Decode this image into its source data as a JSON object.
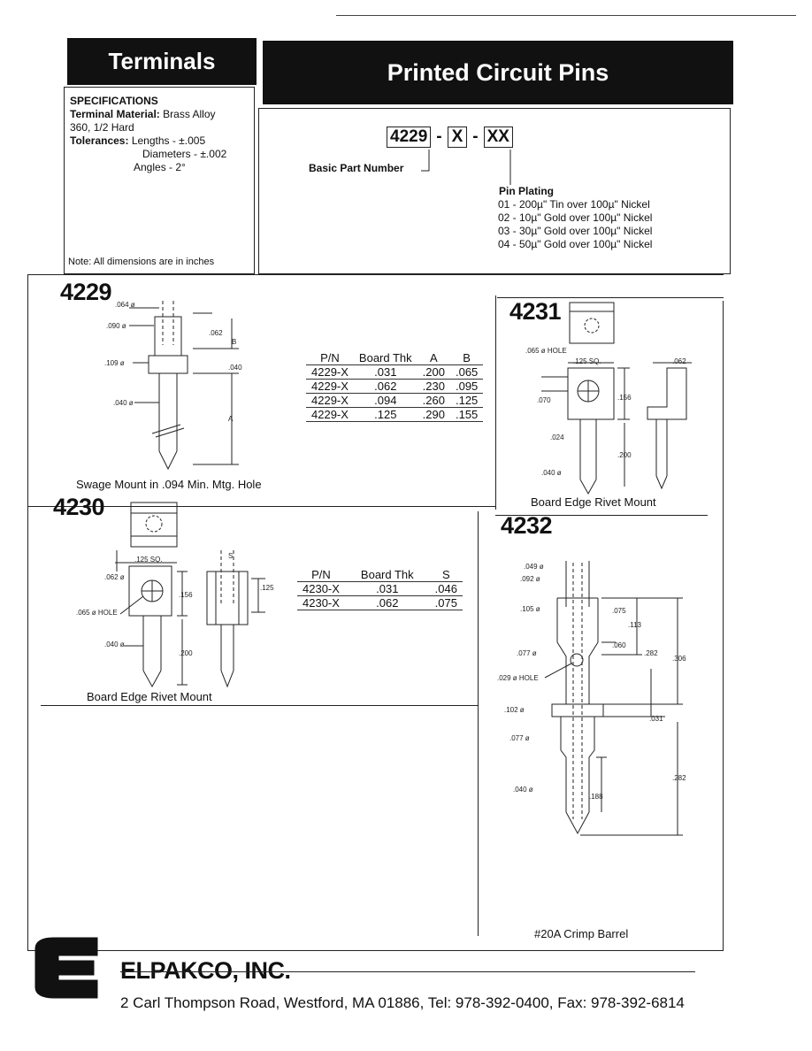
{
  "header": {
    "left_title": "Terminals",
    "right_title": "Printed Circuit Pins"
  },
  "specs": {
    "title": "SPECIFICATIONS",
    "material_label": "Terminal Material:",
    "material_value": "Brass Alloy",
    "material_value2": "360, 1/2 Hard",
    "tolerances_label": "Tolerances:",
    "tol_lengths": "Lengths - ±.005",
    "tol_diameters": "Diameters - ±.002",
    "tol_angles": "Angles - 2°",
    "note": "Note: All dimensions are in inches"
  },
  "part_number": {
    "base": "4229",
    "dash1": "-",
    "x": "X",
    "dash2": "-",
    "xx": "XX",
    "basic_label": "Basic Part Number",
    "plating_title": "Pin Plating",
    "plating_options": [
      "01 - 200µ\" Tin over 100µ\" Nickel",
      "02 - 10µ\" Gold over 100µ\" Nickel",
      "03 - 30µ\" Gold over 100µ\" Nickel",
      "04 - 50µ\" Gold over 100µ\" Nickel"
    ]
  },
  "p4229": {
    "number": "4229",
    "caption": "Swage Mount in .094 Min. Mtg. Hole",
    "dims": {
      "d064": ".064 ø",
      "d090": ".090 ø",
      "d109": ".109 ø",
      "d040": ".040 ø",
      "l062": ".062",
      "lB": "B",
      "l040": ".040",
      "lA": "A"
    },
    "table": {
      "headers": [
        "P/N",
        "Board Thk",
        "A",
        "B"
      ],
      "rows": [
        [
          "4229-X",
          ".031",
          ".200",
          ".065"
        ],
        [
          "4229-X",
          ".062",
          ".230",
          ".095"
        ],
        [
          "4229-X",
          ".094",
          ".260",
          ".125"
        ],
        [
          "4229-X",
          ".125",
          ".290",
          ".155"
        ]
      ]
    }
  },
  "p4230": {
    "number": "4230",
    "caption": "Board Edge Rivet Mount",
    "dims": {
      "sq": ".125 SQ.",
      "d062": ".062 ø",
      "d065": ".065 ø HOLE",
      "l156": ".156",
      "lS": "S",
      "l125": ".125",
      "d040": ".040 ø",
      "l200": ".200"
    },
    "table": {
      "headers": [
        "P/N",
        "Board Thk",
        "S"
      ],
      "rows": [
        [
          "4230-X",
          ".031",
          ".046"
        ],
        [
          "4230-X",
          ".062",
          ".075"
        ]
      ]
    }
  },
  "p4231": {
    "number": "4231",
    "caption": "Board Edge Rivet Mount",
    "dims": {
      "d065": ".065 ø HOLE",
      "sq": ".125 SQ.",
      "l062": ".062",
      "l070": ".070",
      "l156": ".156",
      "l024": ".024",
      "l200": ".200",
      "d040": ".040 ø"
    }
  },
  "p4232": {
    "number": "4232",
    "caption": "#20A Crimp Barrel",
    "dims": {
      "d049": ".049 ø",
      "d092": ".092 ø",
      "d105": ".105 ø",
      "l075": ".075",
      "l113": ".113",
      "l060": ".060",
      "d077a": ".077 ø",
      "l282a": ".282",
      "l306": ".306",
      "d029": ".029 ø HOLE",
      "d102": ".102 ø",
      "l031": ".031",
      "d077b": ".077 ø",
      "l282b": ".282",
      "d040": ".040 ø",
      "l188": ".188"
    }
  },
  "footer": {
    "company": "ELPAKCO, INC.",
    "address": "2 Carl Thompson Road, Westford, MA 01886, Tel: 978-392-0400, Fax: 978-392-6814"
  }
}
